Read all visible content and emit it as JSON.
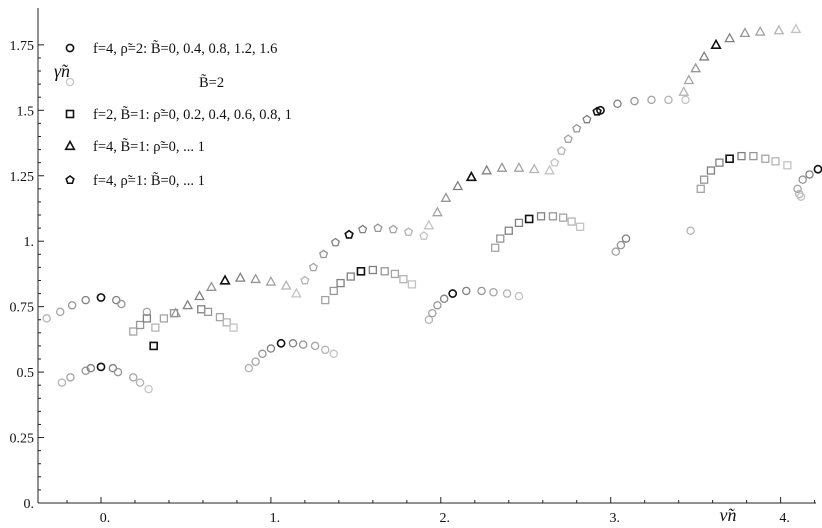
{
  "chart_data": {
    "type": "scatter",
    "xlabel": "ν̃n",
    "ylabel": "γ̃n",
    "xlim": [
      -0.35,
      4.22
    ],
    "ylim": [
      0,
      1.82
    ],
    "grid": false,
    "legend_placement": "top-left",
    "x_ticks": [
      {
        "value": 0,
        "label": "0."
      },
      {
        "value": 1,
        "label": "1."
      },
      {
        "value": 2,
        "label": "2."
      },
      {
        "value": 3,
        "label": "3."
      },
      {
        "value": 4,
        "label": "4."
      }
    ],
    "y_ticks": [
      {
        "value": 0,
        "label": "0."
      },
      {
        "value": 0.25,
        "label": "0.25"
      },
      {
        "value": 0.5,
        "label": "0.5"
      },
      {
        "value": 0.75,
        "label": "0.75"
      },
      {
        "value": 1,
        "label": "1."
      },
      {
        "value": 1.25,
        "label": "1.25"
      },
      {
        "value": 1.5,
        "label": "1.5"
      },
      {
        "value": 1.75,
        "label": "1.75"
      }
    ],
    "legend": [
      {
        "marker": "circle",
        "color": "#111111",
        "text": "f=4,  ρ̃=2:  B̃=0, 0.4, 0.8, 1.2, 1.6"
      },
      {
        "marker": "circle",
        "color": "#c4c4c4",
        "text": "B̃=2"
      },
      {
        "marker": "square",
        "color": "#111111",
        "text": "f=2,  B̃=1:  ρ̃=0, 0.2, 0.4, 0.6, 0.8, 1"
      },
      {
        "marker": "triangle",
        "color": "#111111",
        "text": "f=4,  B̃=1:  ρ̃=0, ... 1"
      },
      {
        "marker": "pentagon",
        "color": "#111111",
        "text": "f=4,  ρ̃=1:  B̃=0, ... 1"
      }
    ],
    "series": [
      {
        "marker": "circle",
        "points": [
          [
            -0.32,
            0.705,
            "#b4b4b4"
          ],
          [
            -0.24,
            0.73,
            "#a4a4a4"
          ],
          [
            -0.17,
            0.755,
            "#969696"
          ],
          [
            -0.09,
            0.775,
            "#808080"
          ],
          [
            0.0,
            0.785,
            "#111111"
          ],
          [
            0.09,
            0.775,
            "#808080"
          ],
          [
            0.12,
            0.76,
            "#969696"
          ],
          [
            0.27,
            0.73,
            "#a4a4a4"
          ],
          [
            -0.23,
            0.46,
            "#b4b4b4"
          ],
          [
            -0.18,
            0.48,
            "#a4a4a4"
          ],
          [
            -0.09,
            0.505,
            "#969696"
          ],
          [
            -0.06,
            0.515,
            "#808080"
          ],
          [
            0.0,
            0.52,
            "#111111"
          ],
          [
            0.07,
            0.515,
            "#808080"
          ],
          [
            0.1,
            0.5,
            "#969696"
          ],
          [
            0.19,
            0.48,
            "#a4a4a4"
          ],
          [
            0.23,
            0.46,
            "#b4b4b4"
          ],
          [
            0.28,
            0.435,
            "#c4c4c4"
          ],
          [
            0.87,
            0.515,
            "#b4b4b4"
          ],
          [
            0.91,
            0.54,
            "#a4a4a4"
          ],
          [
            0.95,
            0.57,
            "#969696"
          ],
          [
            1.0,
            0.59,
            "#808080"
          ],
          [
            1.06,
            0.61,
            "#111111"
          ],
          [
            1.13,
            0.61,
            "#808080"
          ],
          [
            1.19,
            0.605,
            "#969696"
          ],
          [
            1.26,
            0.6,
            "#a4a4a4"
          ],
          [
            1.32,
            0.585,
            "#b4b4b4"
          ],
          [
            1.37,
            0.57,
            "#c4c4c4"
          ],
          [
            1.93,
            0.7,
            "#b4b4b4"
          ],
          [
            1.95,
            0.725,
            "#a4a4a4"
          ],
          [
            1.98,
            0.755,
            "#969696"
          ],
          [
            2.02,
            0.78,
            "#808080"
          ],
          [
            2.07,
            0.8,
            "#111111"
          ],
          [
            2.15,
            0.81,
            "#808080"
          ],
          [
            2.24,
            0.81,
            "#969696"
          ],
          [
            2.31,
            0.805,
            "#a4a4a4"
          ],
          [
            2.39,
            0.8,
            "#b4b4b4"
          ],
          [
            2.46,
            0.79,
            "#c4c4c4"
          ],
          [
            3.03,
            0.96,
            "#a4a4a4"
          ],
          [
            3.06,
            0.985,
            "#969696"
          ],
          [
            3.09,
            1.01,
            "#808080"
          ],
          [
            3.47,
            1.04,
            "#b4b4b4"
          ],
          [
            2.94,
            1.5,
            "#111111"
          ],
          [
            3.04,
            1.525,
            "#808080"
          ],
          [
            3.14,
            1.535,
            "#969696"
          ],
          [
            3.24,
            1.54,
            "#a4a4a4"
          ],
          [
            3.34,
            1.54,
            "#b4b4b4"
          ],
          [
            3.44,
            1.54,
            "#c4c4c4"
          ],
          [
            4.1,
            1.2,
            "#a4a4a4"
          ],
          [
            4.11,
            1.18,
            "#b4b4b4"
          ],
          [
            4.12,
            1.17,
            "#c4c4c4"
          ],
          [
            4.13,
            1.235,
            "#969696"
          ],
          [
            4.17,
            1.255,
            "#808080"
          ],
          [
            4.22,
            1.275,
            "#111111"
          ]
        ]
      },
      {
        "marker": "square",
        "points": [
          [
            0.19,
            0.655,
            "#a4a4a4"
          ],
          [
            0.23,
            0.68,
            "#969696"
          ],
          [
            0.27,
            0.705,
            "#808080"
          ],
          [
            0.31,
            0.6,
            "#111111"
          ],
          [
            0.32,
            0.67,
            "#b4b4b4"
          ],
          [
            0.37,
            0.705,
            "#a4a4a4"
          ],
          [
            0.43,
            0.725,
            "#969696"
          ],
          [
            0.59,
            0.74,
            "#808080"
          ],
          [
            0.63,
            0.73,
            "#969696"
          ],
          [
            0.7,
            0.71,
            "#a4a4a4"
          ],
          [
            0.74,
            0.69,
            "#b4b4b4"
          ],
          [
            0.78,
            0.67,
            "#c4c4c4"
          ],
          [
            1.32,
            0.775,
            "#a4a4a4"
          ],
          [
            1.37,
            0.81,
            "#969696"
          ],
          [
            1.41,
            0.84,
            "#808080"
          ],
          [
            1.47,
            0.865,
            "#808080"
          ],
          [
            1.53,
            0.885,
            "#111111"
          ],
          [
            1.6,
            0.89,
            "#808080"
          ],
          [
            1.67,
            0.885,
            "#969696"
          ],
          [
            1.73,
            0.875,
            "#a4a4a4"
          ],
          [
            1.78,
            0.855,
            "#b4b4b4"
          ],
          [
            1.83,
            0.835,
            "#c4c4c4"
          ],
          [
            2.32,
            0.975,
            "#a4a4a4"
          ],
          [
            2.35,
            1.01,
            "#969696"
          ],
          [
            2.4,
            1.04,
            "#808080"
          ],
          [
            2.46,
            1.07,
            "#808080"
          ],
          [
            2.52,
            1.085,
            "#111111"
          ],
          [
            2.59,
            1.095,
            "#808080"
          ],
          [
            2.66,
            1.095,
            "#969696"
          ],
          [
            2.72,
            1.09,
            "#a4a4a4"
          ],
          [
            2.77,
            1.075,
            "#b4b4b4"
          ],
          [
            2.82,
            1.055,
            "#c4c4c4"
          ],
          [
            3.53,
            1.2,
            "#a4a4a4"
          ],
          [
            3.55,
            1.235,
            "#969696"
          ],
          [
            3.59,
            1.27,
            "#808080"
          ],
          [
            3.64,
            1.3,
            "#808080"
          ],
          [
            3.7,
            1.315,
            "#111111"
          ],
          [
            3.77,
            1.325,
            "#808080"
          ],
          [
            3.84,
            1.325,
            "#969696"
          ],
          [
            3.91,
            1.315,
            "#a4a4a4"
          ],
          [
            3.97,
            1.305,
            "#b4b4b4"
          ],
          [
            4.04,
            1.29,
            "#c4c4c4"
          ]
        ]
      },
      {
        "marker": "triangle",
        "points": [
          [
            0.44,
            0.725,
            "#969696"
          ],
          [
            0.51,
            0.755,
            "#808080"
          ],
          [
            0.58,
            0.79,
            "#808080"
          ],
          [
            0.65,
            0.825,
            "#969696"
          ],
          [
            0.73,
            0.85,
            "#111111"
          ],
          [
            0.82,
            0.86,
            "#808080"
          ],
          [
            0.91,
            0.855,
            "#969696"
          ],
          [
            1.0,
            0.845,
            "#a4a4a4"
          ],
          [
            1.09,
            0.83,
            "#b4b4b4"
          ],
          [
            1.15,
            0.8,
            "#c4c4c4"
          ],
          [
            1.93,
            1.06,
            "#c4c4c4"
          ],
          [
            1.98,
            1.11,
            "#a4a4a4"
          ],
          [
            2.03,
            1.165,
            "#969696"
          ],
          [
            2.1,
            1.21,
            "#808080"
          ],
          [
            2.18,
            1.245,
            "#111111"
          ],
          [
            2.27,
            1.27,
            "#808080"
          ],
          [
            2.36,
            1.28,
            "#969696"
          ],
          [
            2.46,
            1.28,
            "#a4a4a4"
          ],
          [
            2.55,
            1.275,
            "#b4b4b4"
          ],
          [
            2.64,
            1.27,
            "#c4c4c4"
          ],
          [
            3.43,
            1.57,
            "#b4b4b4"
          ],
          [
            3.46,
            1.615,
            "#a4a4a4"
          ],
          [
            3.5,
            1.66,
            "#969696"
          ],
          [
            3.55,
            1.705,
            "#808080"
          ],
          [
            3.62,
            1.75,
            "#111111"
          ],
          [
            3.7,
            1.775,
            "#808080"
          ],
          [
            3.79,
            1.795,
            "#969696"
          ],
          [
            3.88,
            1.8,
            "#a4a4a4"
          ],
          [
            3.99,
            1.805,
            "#b4b4b4"
          ],
          [
            4.09,
            1.81,
            "#c4c4c4"
          ]
        ]
      },
      {
        "marker": "pentagon",
        "points": [
          [
            1.2,
            0.85,
            "#b4b4b4"
          ],
          [
            1.25,
            0.9,
            "#a4a4a4"
          ],
          [
            1.31,
            0.95,
            "#969696"
          ],
          [
            1.38,
            0.995,
            "#808080"
          ],
          [
            1.46,
            1.025,
            "#111111"
          ],
          [
            1.54,
            1.045,
            "#808080"
          ],
          [
            1.63,
            1.05,
            "#969696"
          ],
          [
            1.72,
            1.045,
            "#a4a4a4"
          ],
          [
            1.81,
            1.035,
            "#b4b4b4"
          ],
          [
            1.9,
            1.02,
            "#c4c4c4"
          ],
          [
            2.67,
            1.3,
            "#c4c4c4"
          ],
          [
            2.71,
            1.345,
            "#b4b4b4"
          ],
          [
            2.75,
            1.39,
            "#a4a4a4"
          ],
          [
            2.8,
            1.43,
            "#969696"
          ],
          [
            2.86,
            1.465,
            "#808080"
          ],
          [
            2.92,
            1.495,
            "#111111"
          ]
        ]
      }
    ]
  }
}
